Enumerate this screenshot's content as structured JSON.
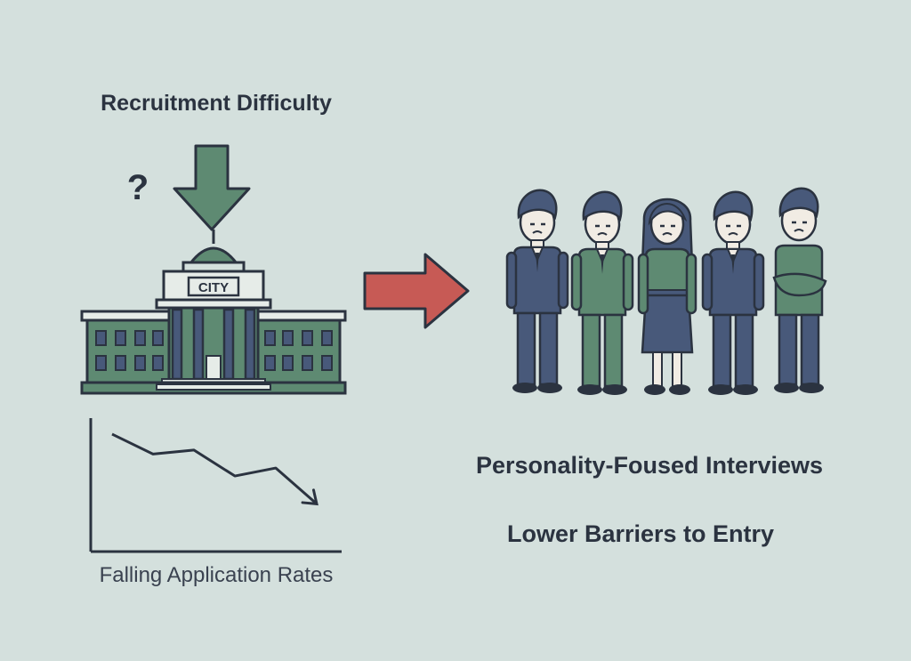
{
  "title": "Recruitment Difficulty",
  "question_mark": "?",
  "building": {
    "sign": "CITY"
  },
  "captions": {
    "falling_rates": "Falling Application Rates",
    "interviews": "Personality-Foused Interviews",
    "barriers": "Lower Barriers to Entry"
  },
  "trend": {
    "direction": "falling",
    "values": [
      100,
      80,
      84,
      58,
      66,
      30
    ]
  },
  "colors": {
    "background": "#d4e0dd",
    "green": "#5e8a72",
    "navy": "#48597a",
    "red": "#c75a55",
    "outline": "#2b3340"
  }
}
